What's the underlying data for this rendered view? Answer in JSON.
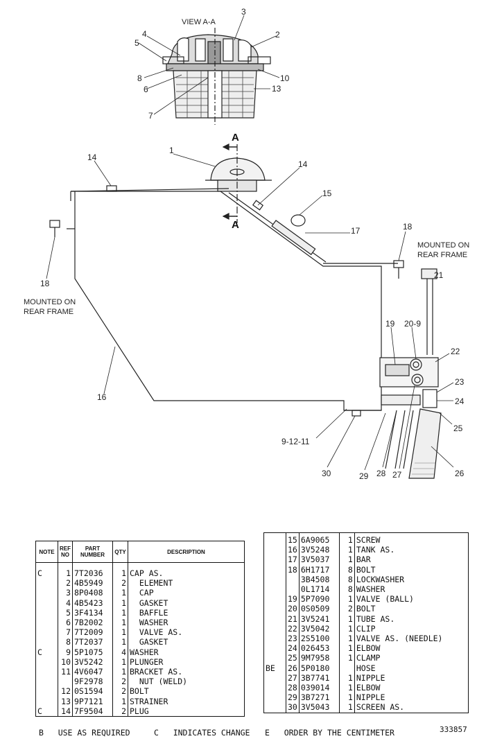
{
  "drawing": {
    "view_title": "VIEW A-A",
    "section_letter": "A",
    "mounted_left_line1": "MOUNTED ON",
    "mounted_left_line2": "REAR FRAME",
    "mounted_right_line1": "MOUNTED ON",
    "mounted_right_line2": "REAR FRAME",
    "callouts": [
      "3",
      "2",
      "4",
      "5",
      "8",
      "10",
      "6",
      "13",
      "7",
      "1",
      "14",
      "14",
      "15",
      "17",
      "18",
      "18",
      "21",
      "19",
      "20-9",
      "22",
      "23",
      "24",
      "25",
      "16",
      "9-12-11",
      "30",
      "29",
      "28",
      "27",
      "26"
    ]
  },
  "table_left": {
    "headers": [
      "NOTE",
      "REF NO",
      "PART NUMBER",
      "QTY",
      "DESCRIPTION"
    ],
    "rows": [
      [
        "C",
        "1",
        "7T2036",
        "1",
        "CAP AS."
      ],
      [
        "",
        "2",
        "4B5949",
        "2",
        "  ELEMENT"
      ],
      [
        "",
        "3",
        "8P0408",
        "1",
        "  CAP"
      ],
      [
        "",
        "4",
        "4B5423",
        "1",
        "  GASKET"
      ],
      [
        "",
        "5",
        "3F4134",
        "1",
        "  BAFFLE"
      ],
      [
        "",
        "6",
        "7B2002",
        "1",
        "  WASHER"
      ],
      [
        "",
        "7",
        "7T2009",
        "1",
        "  VALVE AS."
      ],
      [
        "",
        "8",
        "7T2037",
        "1",
        "  GASKET"
      ],
      [
        "C",
        "9",
        "5P1075",
        "4",
        "WASHER"
      ],
      [
        "",
        "10",
        "3V5242",
        "1",
        "PLUNGER"
      ],
      [
        "",
        "11",
        "4V6047",
        "1",
        "BRACKET AS."
      ],
      [
        "",
        "",
        "9F2978",
        "2",
        "  NUT (WELD)"
      ],
      [
        "",
        "12",
        "0S1594",
        "2",
        "BOLT"
      ],
      [
        "",
        "13",
        "9P7121",
        "1",
        "STRAINER"
      ],
      [
        "C",
        "14",
        "7F9504",
        "2",
        "PLUG"
      ]
    ]
  },
  "table_right": {
    "rows": [
      [
        "",
        "15",
        "6A9065",
        "1",
        "SCREW"
      ],
      [
        "",
        "16",
        "3V5248",
        "1",
        "TANK AS."
      ],
      [
        "",
        "17",
        "3V5037",
        "1",
        "BAR"
      ],
      [
        "",
        "18",
        "6H1717",
        "8",
        "BOLT"
      ],
      [
        "",
        "",
        "3B4508",
        "8",
        "LOCKWASHER"
      ],
      [
        "",
        "",
        "0L1714",
        "8",
        "WASHER"
      ],
      [
        "",
        "19",
        "5P7090",
        "1",
        "VALVE (BALL)"
      ],
      [
        "",
        "20",
        "0S0509",
        "2",
        "BOLT"
      ],
      [
        "",
        "21",
        "3V5241",
        "1",
        "TUBE AS."
      ],
      [
        "",
        "22",
        "3V5042",
        "1",
        "CLIP"
      ],
      [
        "",
        "23",
        "2S5100",
        "1",
        "VALVE AS. (NEEDLE)"
      ],
      [
        "",
        "24",
        "026453",
        "1",
        "ELBOW"
      ],
      [
        "",
        "25",
        "9M7958",
        "1",
        "CLAMP"
      ],
      [
        "BE",
        "26",
        "5P0180",
        "",
        "HOSE"
      ],
      [
        "",
        "27",
        "3B7741",
        "1",
        "NIPPLE"
      ],
      [
        "",
        "28",
        "039014",
        "1",
        "ELBOW"
      ],
      [
        "",
        "29",
        "3B7271",
        "1",
        "NIPPLE"
      ],
      [
        "",
        "30",
        "3V5043",
        "1",
        "SCREEN AS."
      ]
    ]
  },
  "footer": {
    "b_note": "B   USE AS REQUIRED",
    "c_note": "C   INDICATES CHANGE",
    "e_note": "E   ORDER BY THE CENTIMETER",
    "drawing_number": "333857"
  }
}
